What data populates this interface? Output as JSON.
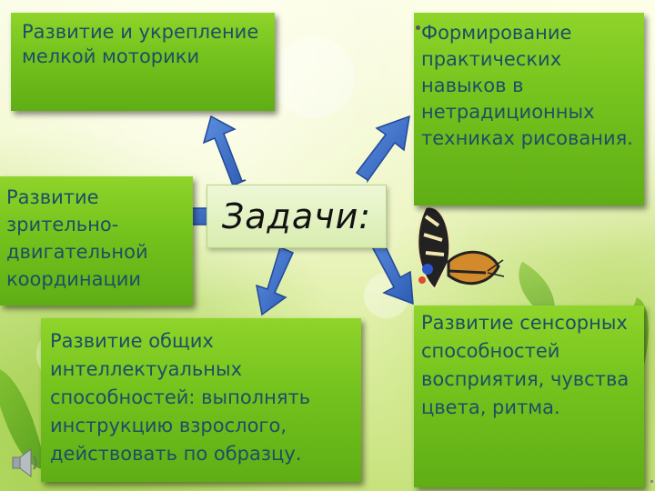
{
  "slide": {
    "center_label": "Задачи:",
    "boxes": {
      "top_left": "Развитие и укрепление мелкой моторики",
      "top_right": "Формирование практических навыков в нетрадиционных техниках рисования.",
      "mid_left": "Развитие зрительно-двигательной координации",
      "bottom_center": "Развитие общих интеллектуальных способностей: выполнять инструкцию взрослого, действовать по образцу.",
      "bottom_right": "Развитие сенсорных способностей восприятия, чувства цвета, ритма."
    }
  },
  "icons": {
    "speaker": "speaker-icon",
    "butterfly": "butterfly-image"
  },
  "colors": {
    "box_green": "#74c21d",
    "box_text": "#1c4f66",
    "arrow_blue": "#3a6cc8"
  }
}
